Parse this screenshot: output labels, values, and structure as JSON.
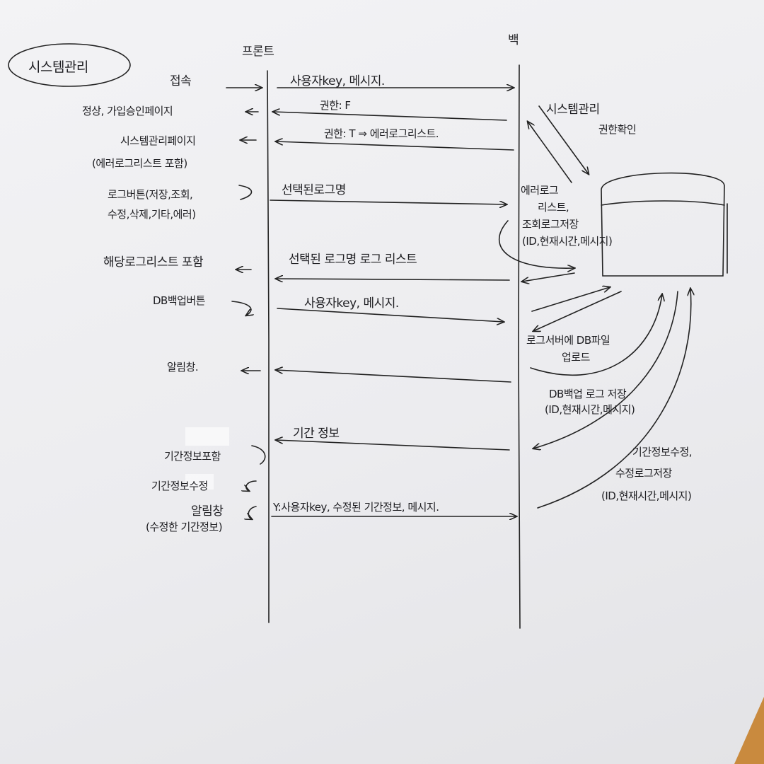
{
  "title": "시스템관리",
  "lanes": {
    "front": "프론트",
    "back": "백"
  },
  "steps": {
    "connect": "접속",
    "normal_page": "정상, 가입승인페이지",
    "admin_page": "시스템관리페이지",
    "admin_page_sub": "(에러로그리스트 포함)",
    "log_buttons_1": "로그버튼(저장,조회,",
    "log_buttons_2": "수정,삭제,기타,에러)",
    "log_list_show": "해당로그리스트 포함",
    "db_backup_button": "DB백업버튼",
    "alert": "알림창.",
    "period_show": "기간정보포함",
    "period_edit": "기간정보수정",
    "alert2": "알림창",
    "alert2_sub": "(수정한 기간정보)"
  },
  "messages": {
    "m1": "사용자key, 메시지.",
    "m2": "권한: F",
    "m3": "권한: T ⇒ 에러로그리스트.",
    "m4": "선택된로그명",
    "m5": "선택된 로그명 로그 리스트",
    "m6": "사용자key, 메시지.",
    "m7": "기간 정보",
    "m8": "Y:사용자key, 수정된 기간정보, 메시지."
  },
  "notes": {
    "auth_1": "시스템관리",
    "auth_2": "권한확인",
    "errlog_1": "에러로그",
    "errlog_2": "리스트,",
    "errlog_3": "조회로그저장",
    "errlog_4": "(ID,현재시간,메시지)",
    "upload_1": "로그서버에 DB파일",
    "upload_2": "업로드",
    "dbsave_1": "DB백업 로그 저장",
    "dbsave_2": "(ID,현재시간,메시지)",
    "period_1": "기간정보수정,",
    "period_2": "수정로그저장",
    "period_3": "(ID,현재시간,메시지)"
  }
}
